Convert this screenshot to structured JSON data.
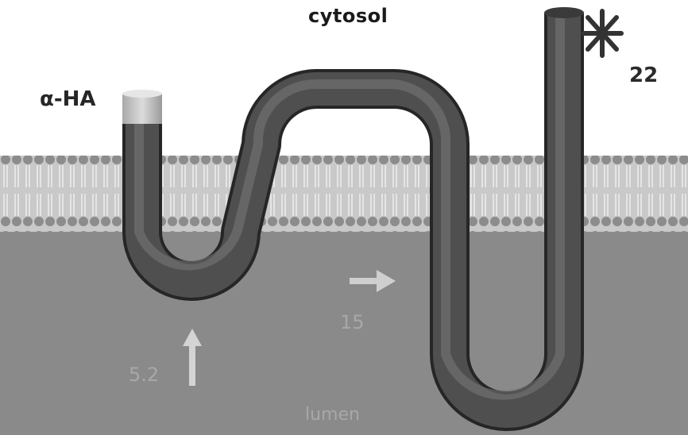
{
  "labels": {
    "cytosol": "cytosol",
    "tag": "α-HA",
    "marker_22": "22",
    "marker_15": "15",
    "marker_5_2": "5.2",
    "lumen": "lumen"
  },
  "icons": {
    "star": "asterisk-star-icon",
    "arrow_right": "arrow-right-icon",
    "arrow_up": "arrow-up-icon"
  },
  "colors": {
    "background": "#ffffff",
    "lumen": "#8a8a8a",
    "membrane": "#bdbdbd",
    "tube": "#555555",
    "tag": "#cccccc"
  }
}
